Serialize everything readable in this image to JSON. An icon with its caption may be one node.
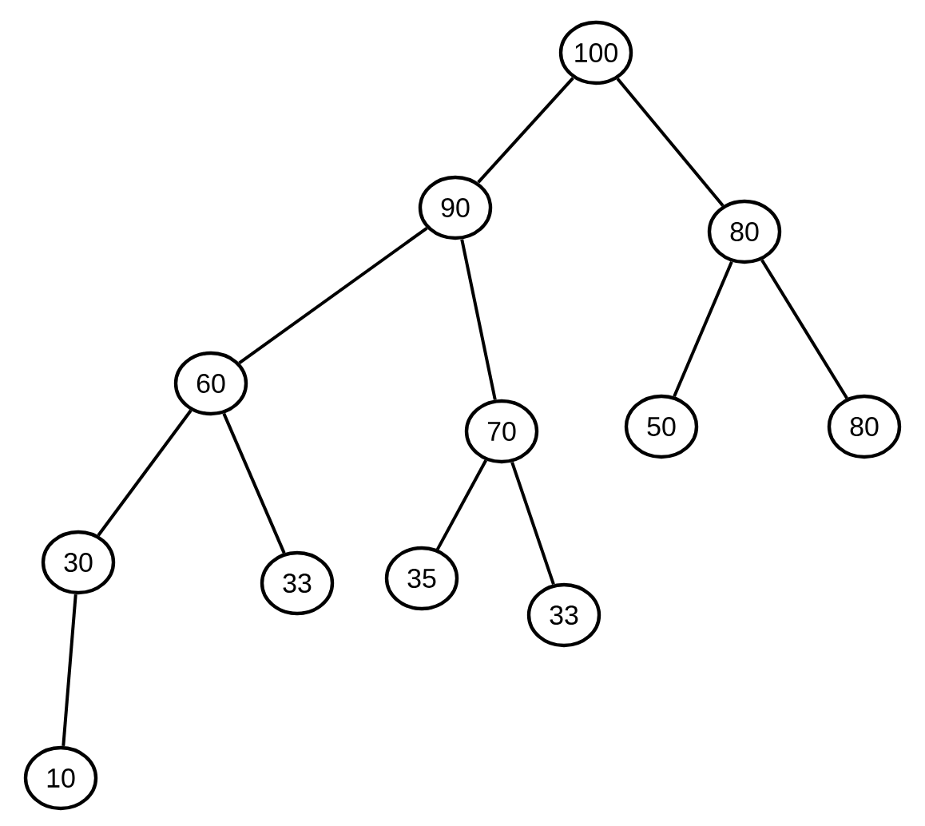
{
  "diagram": {
    "nodes": [
      {
        "text": [
          "100"
        ]
      },
      {
        "text": [
          "90"
        ]
      },
      {
        "text": [
          "80"
        ]
      },
      {
        "text": [
          "60"
        ]
      },
      {
        "text": [
          "70"
        ]
      },
      {
        "text": [
          "50"
        ]
      },
      {
        "text": [
          "80"
        ]
      },
      {
        "text": [
          "30"
        ]
      },
      {
        "text": [
          "33"
        ]
      },
      {
        "text": [
          "35"
        ]
      },
      {
        "text": [
          "33"
        ]
      },
      {
        "text": [
          "10"
        ]
      }
    ],
    "edges": [
      {
        "from": 0,
        "to": 1,
        "arrow": "none"
      },
      {
        "from": 0,
        "to": 2,
        "arrow": "none"
      },
      {
        "from": 1,
        "to": 3,
        "arrow": "none"
      },
      {
        "from": 1,
        "to": 4,
        "arrow": "none"
      },
      {
        "from": 2,
        "to": 5,
        "arrow": "none"
      },
      {
        "from": 2,
        "to": 6,
        "arrow": "none"
      },
      {
        "from": 3,
        "to": 7,
        "arrow": "none"
      },
      {
        "from": 3,
        "to": 8,
        "arrow": "none"
      },
      {
        "from": 4,
        "to": 9,
        "arrow": "none"
      },
      {
        "from": 4,
        "to": 10,
        "arrow": "none"
      },
      {
        "from": 7,
        "to": 11,
        "arrow": "none"
      }
    ]
  }
}
